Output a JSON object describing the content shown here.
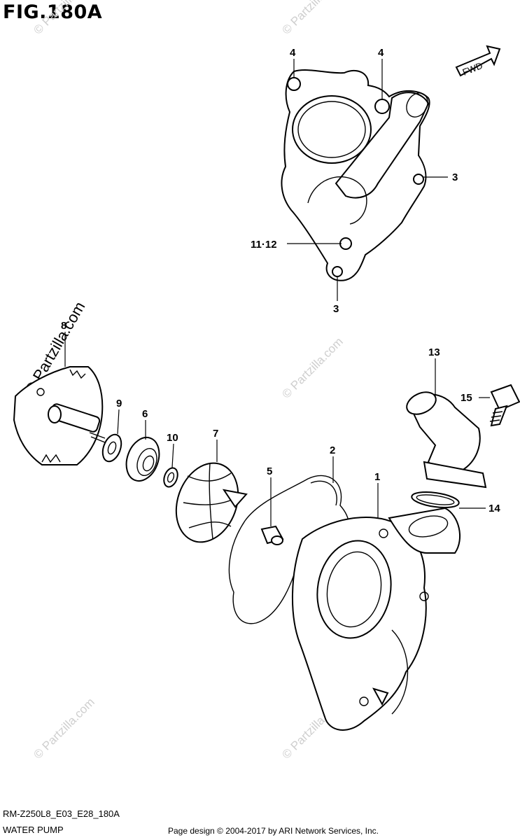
{
  "figure": {
    "title": "FIG.180A",
    "code": "RM-Z250L8_E03_E28_180A",
    "name": "WATER PUMP",
    "footer": "Page design © 2004-2017 by ARI Network Services, Inc."
  },
  "fwd_label": "FWD",
  "callouts": {
    "c1": "1",
    "c2": "2",
    "c3a": "3",
    "c3b": "3",
    "c4a": "4",
    "c4b": "4",
    "c5": "5",
    "c6": "6",
    "c7": "7",
    "c8": "8",
    "c9": "9",
    "c10": "10",
    "c1112": "11·12",
    "c13": "13",
    "c14": "14",
    "c15": "15"
  },
  "watermark": {
    "text": "© Partzilla.com",
    "main": "© Partzilla.com"
  }
}
